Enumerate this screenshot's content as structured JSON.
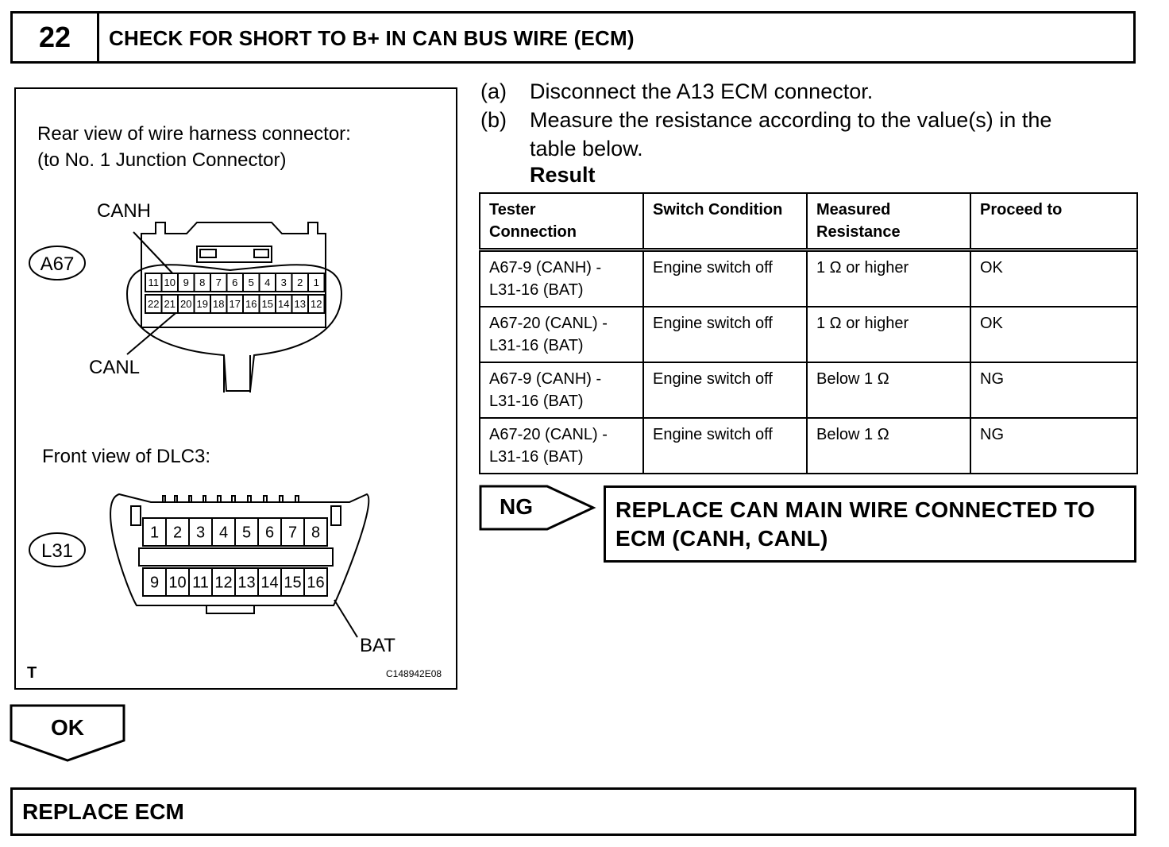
{
  "header": {
    "step_number": "22",
    "title": "CHECK FOR SHORT TO B+ IN CAN BUS WIRE (ECM)"
  },
  "figure": {
    "connector1_caption_line1": "Rear view of wire harness connector:",
    "connector1_caption_line2": "(to No. 1 Junction Connector)",
    "canh_label": "CANH",
    "canl_label": "CANL",
    "connector1_code": "A67",
    "connector1_top_pins": [
      "11",
      "10",
      "9",
      "8",
      "7",
      "6",
      "5",
      "4",
      "3",
      "2",
      "1"
    ],
    "connector1_bottom_pins": [
      "22",
      "21",
      "20",
      "19",
      "18",
      "17",
      "16",
      "15",
      "14",
      "13",
      "12"
    ],
    "connector2_caption": "Front view of DLC3:",
    "connector2_code": "L31",
    "connector2_top_pins": [
      "1",
      "2",
      "3",
      "4",
      "5",
      "6",
      "7",
      "8"
    ],
    "connector2_bottom_pins": [
      "9",
      "10",
      "11",
      "12",
      "13",
      "14",
      "15",
      "16"
    ],
    "bat_label": "BAT",
    "corner_mark": "T",
    "figure_code": "C148942E08"
  },
  "instructions": [
    {
      "label": "(a)",
      "lines": [
        "Disconnect the A13 ECM connector."
      ]
    },
    {
      "label": "(b)",
      "lines": [
        "Measure the resistance according to the value(s) in the",
        "table below."
      ]
    }
  ],
  "result_label": "Result",
  "table": {
    "headers": [
      [
        "Tester",
        "Connection"
      ],
      [
        "Switch Condition"
      ],
      [
        "Measured",
        "Resistance"
      ],
      [
        "Proceed to"
      ]
    ],
    "rows": [
      [
        [
          "A67-9 (CANH) -",
          "L31-16 (BAT)"
        ],
        "Engine switch off",
        "1 Ω or higher",
        "OK"
      ],
      [
        [
          "A67-20 (CANL) -",
          "L31-16 (BAT)"
        ],
        "Engine switch off",
        "1 Ω or higher",
        "OK"
      ],
      [
        [
          "A67-9 (CANH) -",
          "L31-16 (BAT)"
        ],
        "Engine switch off",
        "Below 1 Ω",
        "NG"
      ],
      [
        [
          "A67-20 (CANL) -",
          "L31-16 (BAT)"
        ],
        "Engine switch off",
        "Below 1 Ω",
        "NG"
      ]
    ]
  },
  "ng_branch": {
    "tag": "NG",
    "action_line1": "REPLACE CAN MAIN WIRE CONNECTED TO",
    "action_line2": "ECM (CANH, CANL)"
  },
  "ok_branch": {
    "tag": "OK",
    "action": "REPLACE ECM"
  }
}
